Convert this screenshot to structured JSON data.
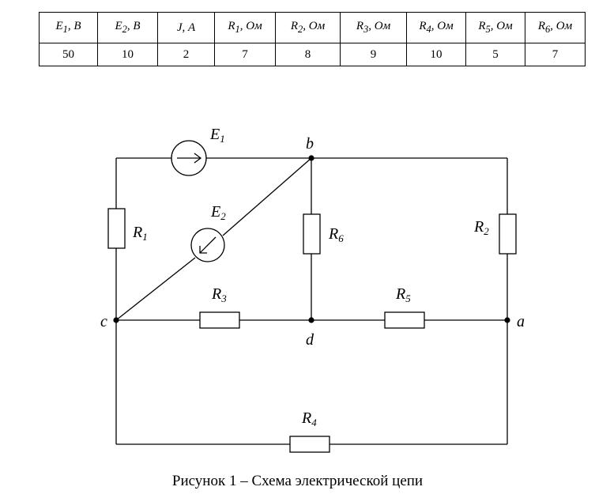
{
  "table": {
    "headers": [
      {
        "sym": "E",
        "sub": "1",
        "unit": ", В"
      },
      {
        "sym": "E",
        "sub": "2",
        "unit": ", В"
      },
      {
        "sym": "J",
        "sub": "",
        "unit": ", А"
      },
      {
        "sym": "R",
        "sub": "1",
        "unit": ", Ом"
      },
      {
        "sym": "R",
        "sub": "2",
        "unit": ", Ом"
      },
      {
        "sym": "R",
        "sub": "3",
        "unit": ", Ом"
      },
      {
        "sym": "R",
        "sub": "4",
        "unit": ", Ом"
      },
      {
        "sym": "R",
        "sub": "5",
        "unit": ", Ом"
      },
      {
        "sym": "R",
        "sub": "6",
        "unit": ", Ом"
      }
    ],
    "values": [
      "50",
      "10",
      "2",
      "7",
      "8",
      "9",
      "10",
      "5",
      "7"
    ]
  },
  "diagram": {
    "labels": {
      "E1": {
        "sym": "E",
        "sub": "1"
      },
      "E2": {
        "sym": "E",
        "sub": "2"
      },
      "R1": {
        "sym": "R",
        "sub": "1"
      },
      "R2": {
        "sym": "R",
        "sub": "2"
      },
      "R3": {
        "sym": "R",
        "sub": "3"
      },
      "R4": {
        "sym": "R",
        "sub": "4"
      },
      "R5": {
        "sym": "R",
        "sub": "5"
      },
      "R6": {
        "sym": "R",
        "sub": "6"
      }
    },
    "nodes": {
      "a": "a",
      "b": "b",
      "c": "c",
      "d": "d"
    }
  },
  "caption": "Рисунок 1 – Схема электрической цепи"
}
